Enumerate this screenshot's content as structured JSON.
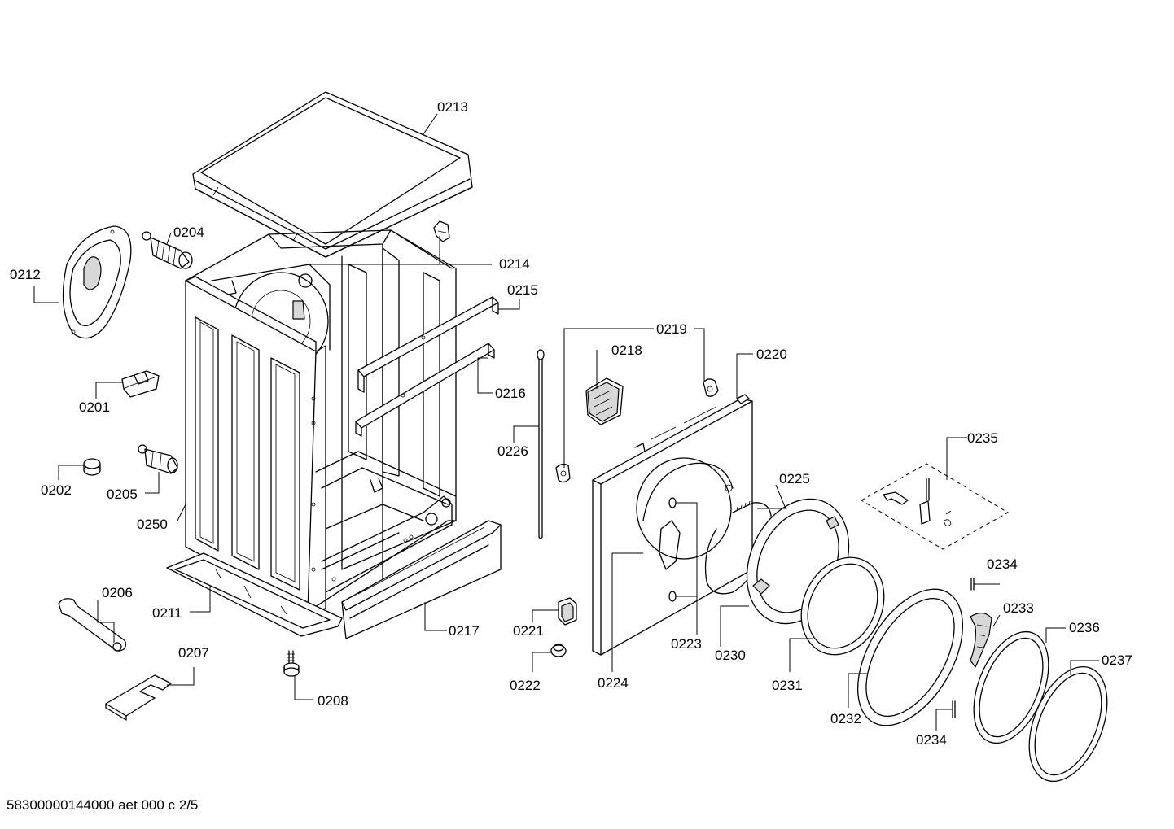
{
  "footer": {
    "code": "58300000144000 aet 000 c 2/5"
  },
  "callouts": {
    "c0213": "0213",
    "c0204": "0204",
    "c0212": "0212",
    "c0214": "0214",
    "c0215": "0215",
    "c0219": "0219",
    "c0218": "0218",
    "c0220": "0220",
    "c0201": "0201",
    "c0216": "0216",
    "c0226": "0226",
    "c0235": "0235",
    "c0202": "0202",
    "c0205": "0205",
    "c0225": "0225",
    "c0250": "0250",
    "c0234a": "0234",
    "c0206": "0206",
    "c0233": "0233",
    "c0211": "0211",
    "c0217": "0217",
    "c0221": "0221",
    "c0236": "0236",
    "c0223": "0223",
    "c0230": "0230",
    "c0207": "0207",
    "c0237": "0237",
    "c0222": "0222",
    "c0224": "0224",
    "c0231": "0231",
    "c0208": "0208",
    "c0232": "0232",
    "c0234b": "0234"
  }
}
